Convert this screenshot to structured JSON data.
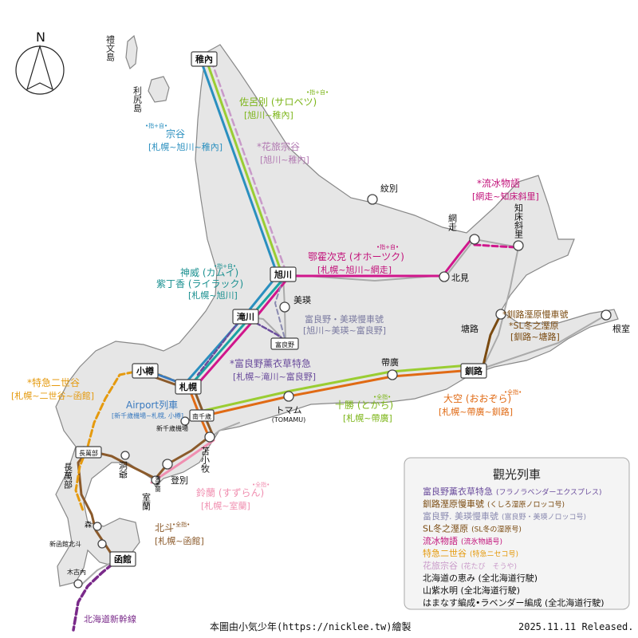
{
  "compass": {
    "letter": "N"
  },
  "islands": {
    "rebun": "禮文島",
    "rishiri": "利尻島"
  },
  "stations": {
    "wakkanai": "稚內",
    "asahikawa": "旭川",
    "takikawa": "滝川",
    "sapporo": "札幌",
    "otaru": "小樽",
    "minami_chitose": "南千歲",
    "shin_chitose": "新千歲機場",
    "tomakomai": "苫小牧",
    "tomamu": "トマム",
    "tomamu_en": "(TOMAMU)",
    "obihiro": "帶廣",
    "kushiro": "釧路",
    "abashiri": "網走",
    "shiretoko": "知床斜里",
    "kitami": "北見",
    "mombetsu": "紋別",
    "biei": "美瑛",
    "furano": "富良野",
    "shibecha": "塘路",
    "nemuro": "根室",
    "oshamambe": "長萬部",
    "oshamambe_v": "長萬部",
    "toya": "洞爺",
    "higashi_muroran": "東室蘭",
    "muroran": "室蘭",
    "noboribetsu": "登別",
    "mori": "森",
    "shin_hakodate": "新函館北斗",
    "hakodate": "函館",
    "kikonai": "木古內",
    "shinkansen": "北海道新幹線"
  },
  "routes": {
    "sarobetsu": {
      "name": "佐呂別 (サロベツ)",
      "sub": "[旭川~稚內]",
      "note": "•指+自•"
    },
    "soya": {
      "name": "宗谷",
      "sub": "[札幌~旭川~稚內]",
      "note": "•指+自•"
    },
    "hanatabi": {
      "name": "*花旅宗谷",
      "sub": "[旭川~稚內]"
    },
    "ryuhyo": {
      "name": "*流冰物語",
      "sub": "[網走~知床斜里]"
    },
    "okhotsk": {
      "name": "鄂霍次克 (オホーツク)",
      "sub": "[札幌~旭川~網走]",
      "note": "•指+自•"
    },
    "kamui": {
      "name": "神威 (カムイ)",
      "name2": "紫丁香 (ライラック)",
      "sub": "[札幌~旭川]",
      "note": "•指+自•"
    },
    "norokko_furano": {
      "name": "富良野・美瑛慢車號",
      "sub": "[旭川~美瑛~富良野]"
    },
    "lavender": {
      "name": "*富良野薰衣草特急",
      "sub": "[札幌~滝川~富良野]"
    },
    "kushiro_norokko": {
      "name": "*釧路溼原慢車號",
      "name2": "*SL冬之溼原",
      "sub": "[釧路~塘路]"
    },
    "niseko": {
      "name": "*特急二世谷",
      "sub": "[札幌~二世谷~函館]"
    },
    "airport": {
      "name": "Airport列車",
      "sub": "[新千歲機場~札幌, 小樽]"
    },
    "tokachi": {
      "name": "十勝 (とかち)",
      "sub": "[札幌~帶廣]",
      "note": "•全指•"
    },
    "ozora": {
      "name": "大空 (おおぞら)",
      "sub": "[札幌~帶廣~釧路]",
      "note": "•全指•"
    },
    "suzuran": {
      "name": "鈴蘭 (すずらん)",
      "sub": "[札幌~室蘭]",
      "note": "•全指•"
    },
    "hokuto": {
      "name": "北斗",
      "sub": "[札幌~函館]",
      "note": "•全指•"
    }
  },
  "legend": {
    "title": "觀光列車",
    "items": [
      {
        "main": "富良野薰衣草特急",
        "sub": "(フラノラベンダーエクスプレス)",
        "color": "#6a4c9c"
      },
      {
        "main": "釧路溼原慢車號",
        "sub": "(くしろ湿原ノロッコ号)",
        "color": "#7a4a10"
      },
      {
        "main": "富良野. 美瑛慢車號",
        "sub": "(富良野・美瑛ノロッコ号)",
        "color": "#8a8ab0"
      },
      {
        "main": "SL冬之溼原",
        "sub": "(SL冬の湿原号)",
        "color": "#7a4a10"
      },
      {
        "main": "流冰物語",
        "sub": "(流氷物語号)",
        "color": "#c2127a"
      },
      {
        "main": "特急二世谷",
        "sub": "(特急ニセコ号)",
        "color": "#e59a0e"
      },
      {
        "main": "花旅宗谷",
        "sub": "(花たび　そうや)",
        "color": "#c99ac9"
      },
      {
        "main": "北海道の恵み (全北海道行駛)",
        "sub": "",
        "color": "#111111"
      },
      {
        "main": "山紫水明 (全北海道行駛)",
        "sub": "",
        "color": "#111111"
      },
      {
        "main": "はまなす編成•ラベンダー編成 (全北海道行駛)",
        "sub": "",
        "color": "#111111"
      }
    ]
  },
  "footer": {
    "credit": "本圖由小気少年(https://nicklee.tw)繪製",
    "release": "2025.11.11 Released."
  },
  "colors": {
    "soya": "#2a8fbf",
    "sarobetsu": "#9acd32",
    "okhotsk": "#d0168c",
    "kamui": "#1aa3a3",
    "ozora": "#e06a14",
    "hokuto": "#8b5a2b",
    "suzuran": "#f08fb0",
    "lavender": "#6a4c9c",
    "niseko": "#e59a0e",
    "shinkansen": "#7a2a8a",
    "airport": "#3a7abf",
    "land": "#e6e6e6"
  }
}
